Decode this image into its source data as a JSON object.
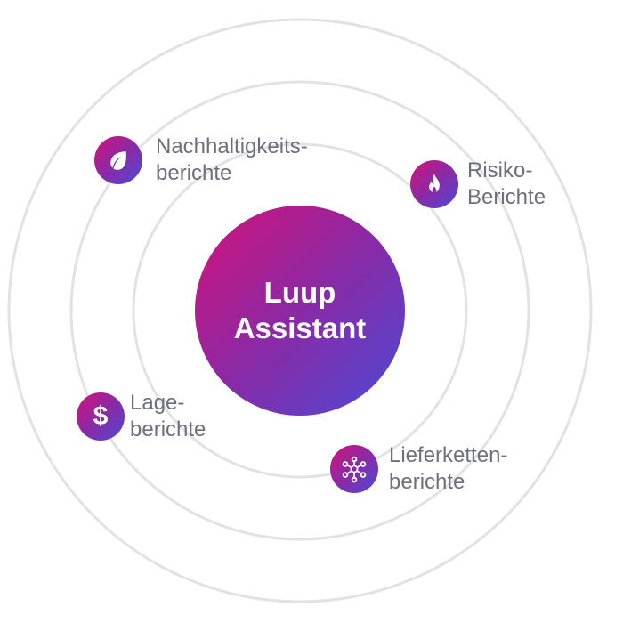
{
  "center": {
    "line1": "Luup",
    "line2": "Assistant"
  },
  "items": [
    {
      "icon": "leaf-icon",
      "line1": "Nachhaltigkeits-",
      "line2": "berichte"
    },
    {
      "icon": "flame-icon",
      "line1": "Risiko-",
      "line2": "Berichte"
    },
    {
      "icon": "dollar-icon",
      "line1": "Lage-",
      "line2": "berichte"
    },
    {
      "icon": "network-icon",
      "line1": "Lieferketten-",
      "line2": "berichte"
    }
  ],
  "colors": {
    "gradient_start": "#d4127a",
    "gradient_mid": "#8a2aa6",
    "gradient_end": "#4b4ad6",
    "ring": "#e2e2e2",
    "label": "#6e6e7e"
  }
}
